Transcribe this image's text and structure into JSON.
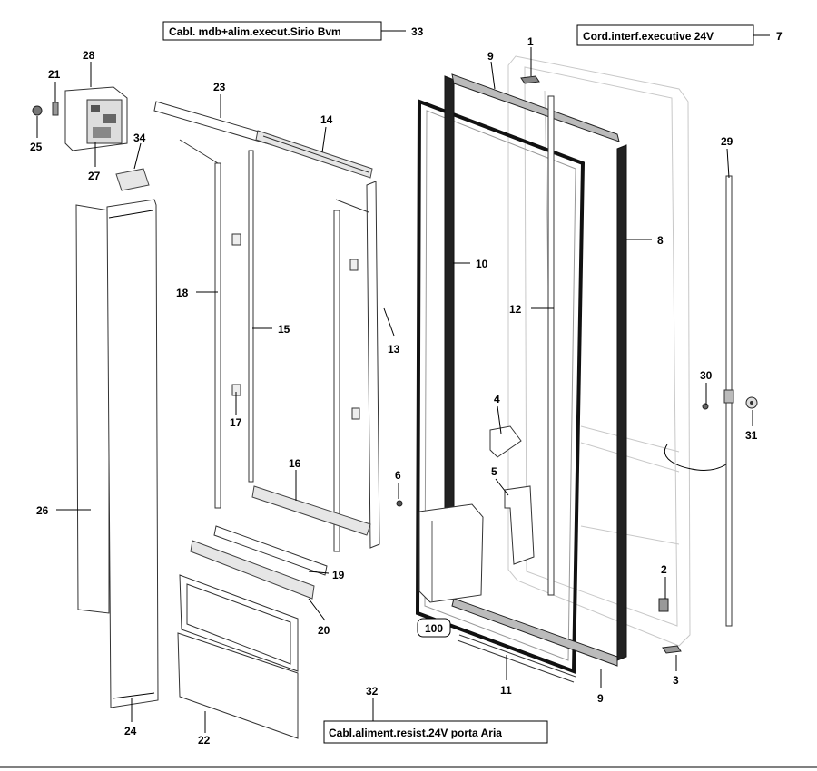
{
  "callouts": {
    "c33": "Cabl. mdb+alim.execut.Sirio Bvm",
    "c7": "Cord.interf.executive 24V",
    "c32": "Cabl.aliment.resist.24V porta Aria"
  },
  "labels": {
    "n1": "1",
    "n2": "2",
    "n3": "3",
    "n4": "4",
    "n5": "5",
    "n6": "6",
    "n7": "7",
    "n8": "8",
    "n9a": "9",
    "n9b": "9",
    "n10": "10",
    "n11": "11",
    "n12": "12",
    "n13": "13",
    "n14": "14",
    "n15": "15",
    "n16": "16",
    "n17": "17",
    "n18": "18",
    "n19": "19",
    "n20": "20",
    "n21": "21",
    "n22": "22",
    "n23": "23",
    "n24": "24",
    "n25": "25",
    "n26": "26",
    "n27": "27",
    "n28": "28",
    "n29": "29",
    "n30": "30",
    "n31": "31",
    "n32": "32",
    "n33": "33",
    "n34": "34",
    "n100": "100"
  }
}
